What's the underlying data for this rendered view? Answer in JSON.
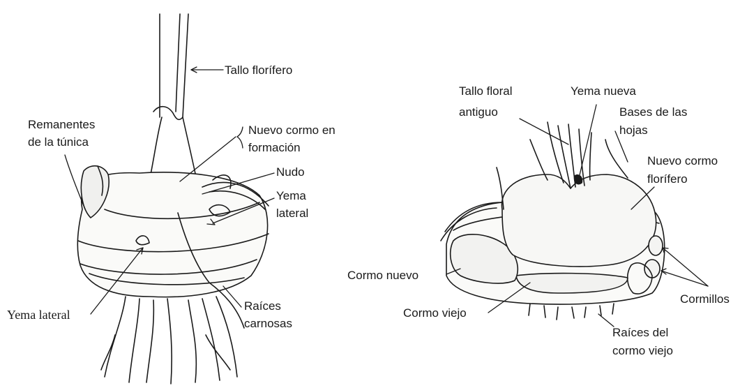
{
  "left_diagram": {
    "tallo_florifero": "Tallo florífero",
    "remanentes_line1": "Remanentes",
    "remanentes_line2": "de la túnica",
    "nuevo_cormo_line1": "Nuevo cormo en",
    "nuevo_cormo_line2": "formación",
    "nudo": "Nudo",
    "yema_lateral_right_line1": "Yema",
    "yema_lateral_right_line2": "lateral",
    "yema_lateral_left": "Yema lateral",
    "raices_line1": "Raíces",
    "raices_line2": "carnosas"
  },
  "right_diagram": {
    "tallo_floral_line1": "Tallo floral",
    "tallo_floral_line2": "antiguo",
    "yema_nueva": "Yema nueva",
    "bases_line1": "Bases de las",
    "bases_line2": "hojas",
    "nuevo_cormo_florifero_line1": "Nuevo cormo",
    "nuevo_cormo_florifero_line2": "florífero",
    "cormo_nuevo": "Cormo nuevo",
    "cormo_viejo": "Cormo viejo",
    "cormillos": "Cormillos",
    "raices_del_line1": "Raíces del",
    "raices_del_line2": "cormo viejo"
  },
  "colors": {
    "ink": "#1a1a1a",
    "paper": "#ffffff",
    "fill": "#f2f2f0"
  }
}
